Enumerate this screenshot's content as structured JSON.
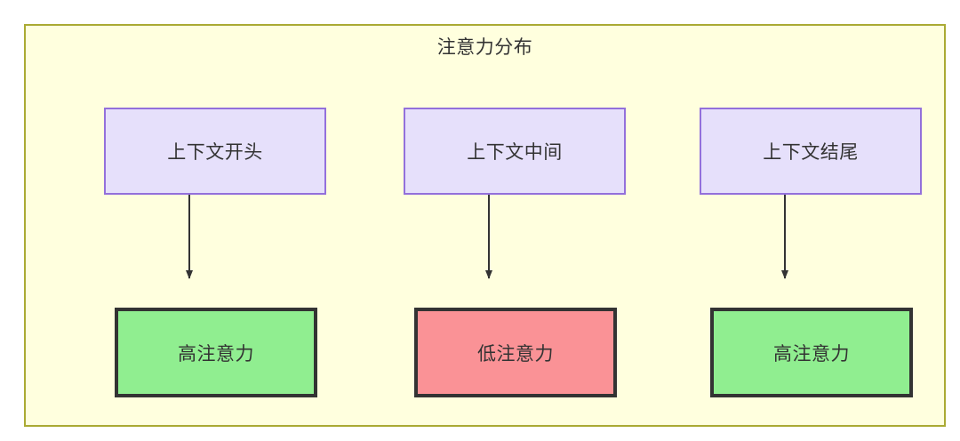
{
  "diagram": {
    "title": "注意力分布",
    "container": {
      "background_color": "#ffffde",
      "border_color": "#aaaa33"
    },
    "nodes": {
      "context": [
        {
          "id": "ctx-start",
          "label": "上下文开头",
          "fill": "#e6e0fb",
          "stroke": "#9370db"
        },
        {
          "id": "ctx-middle",
          "label": "上下文中间",
          "fill": "#e6e0fb",
          "stroke": "#9370db"
        },
        {
          "id": "ctx-end",
          "label": "上下文结尾",
          "fill": "#e6e0fb",
          "stroke": "#9370db"
        }
      ],
      "attention": [
        {
          "id": "attn-high-start",
          "label": "高注意力",
          "fill": "#90ee90",
          "stroke": "#333333"
        },
        {
          "id": "attn-low-mid",
          "label": "低注意力",
          "fill": "#fa9296",
          "stroke": "#333333"
        },
        {
          "id": "attn-high-end",
          "label": "高注意力",
          "fill": "#90ee90",
          "stroke": "#333333"
        }
      ]
    },
    "edges": [
      {
        "from": "ctx-start",
        "to": "attn-high-start",
        "style": "arrow"
      },
      {
        "from": "ctx-middle",
        "to": "attn-low-mid",
        "style": "arrow"
      },
      {
        "from": "ctx-end",
        "to": "attn-high-end",
        "style": "arrow"
      }
    ]
  }
}
